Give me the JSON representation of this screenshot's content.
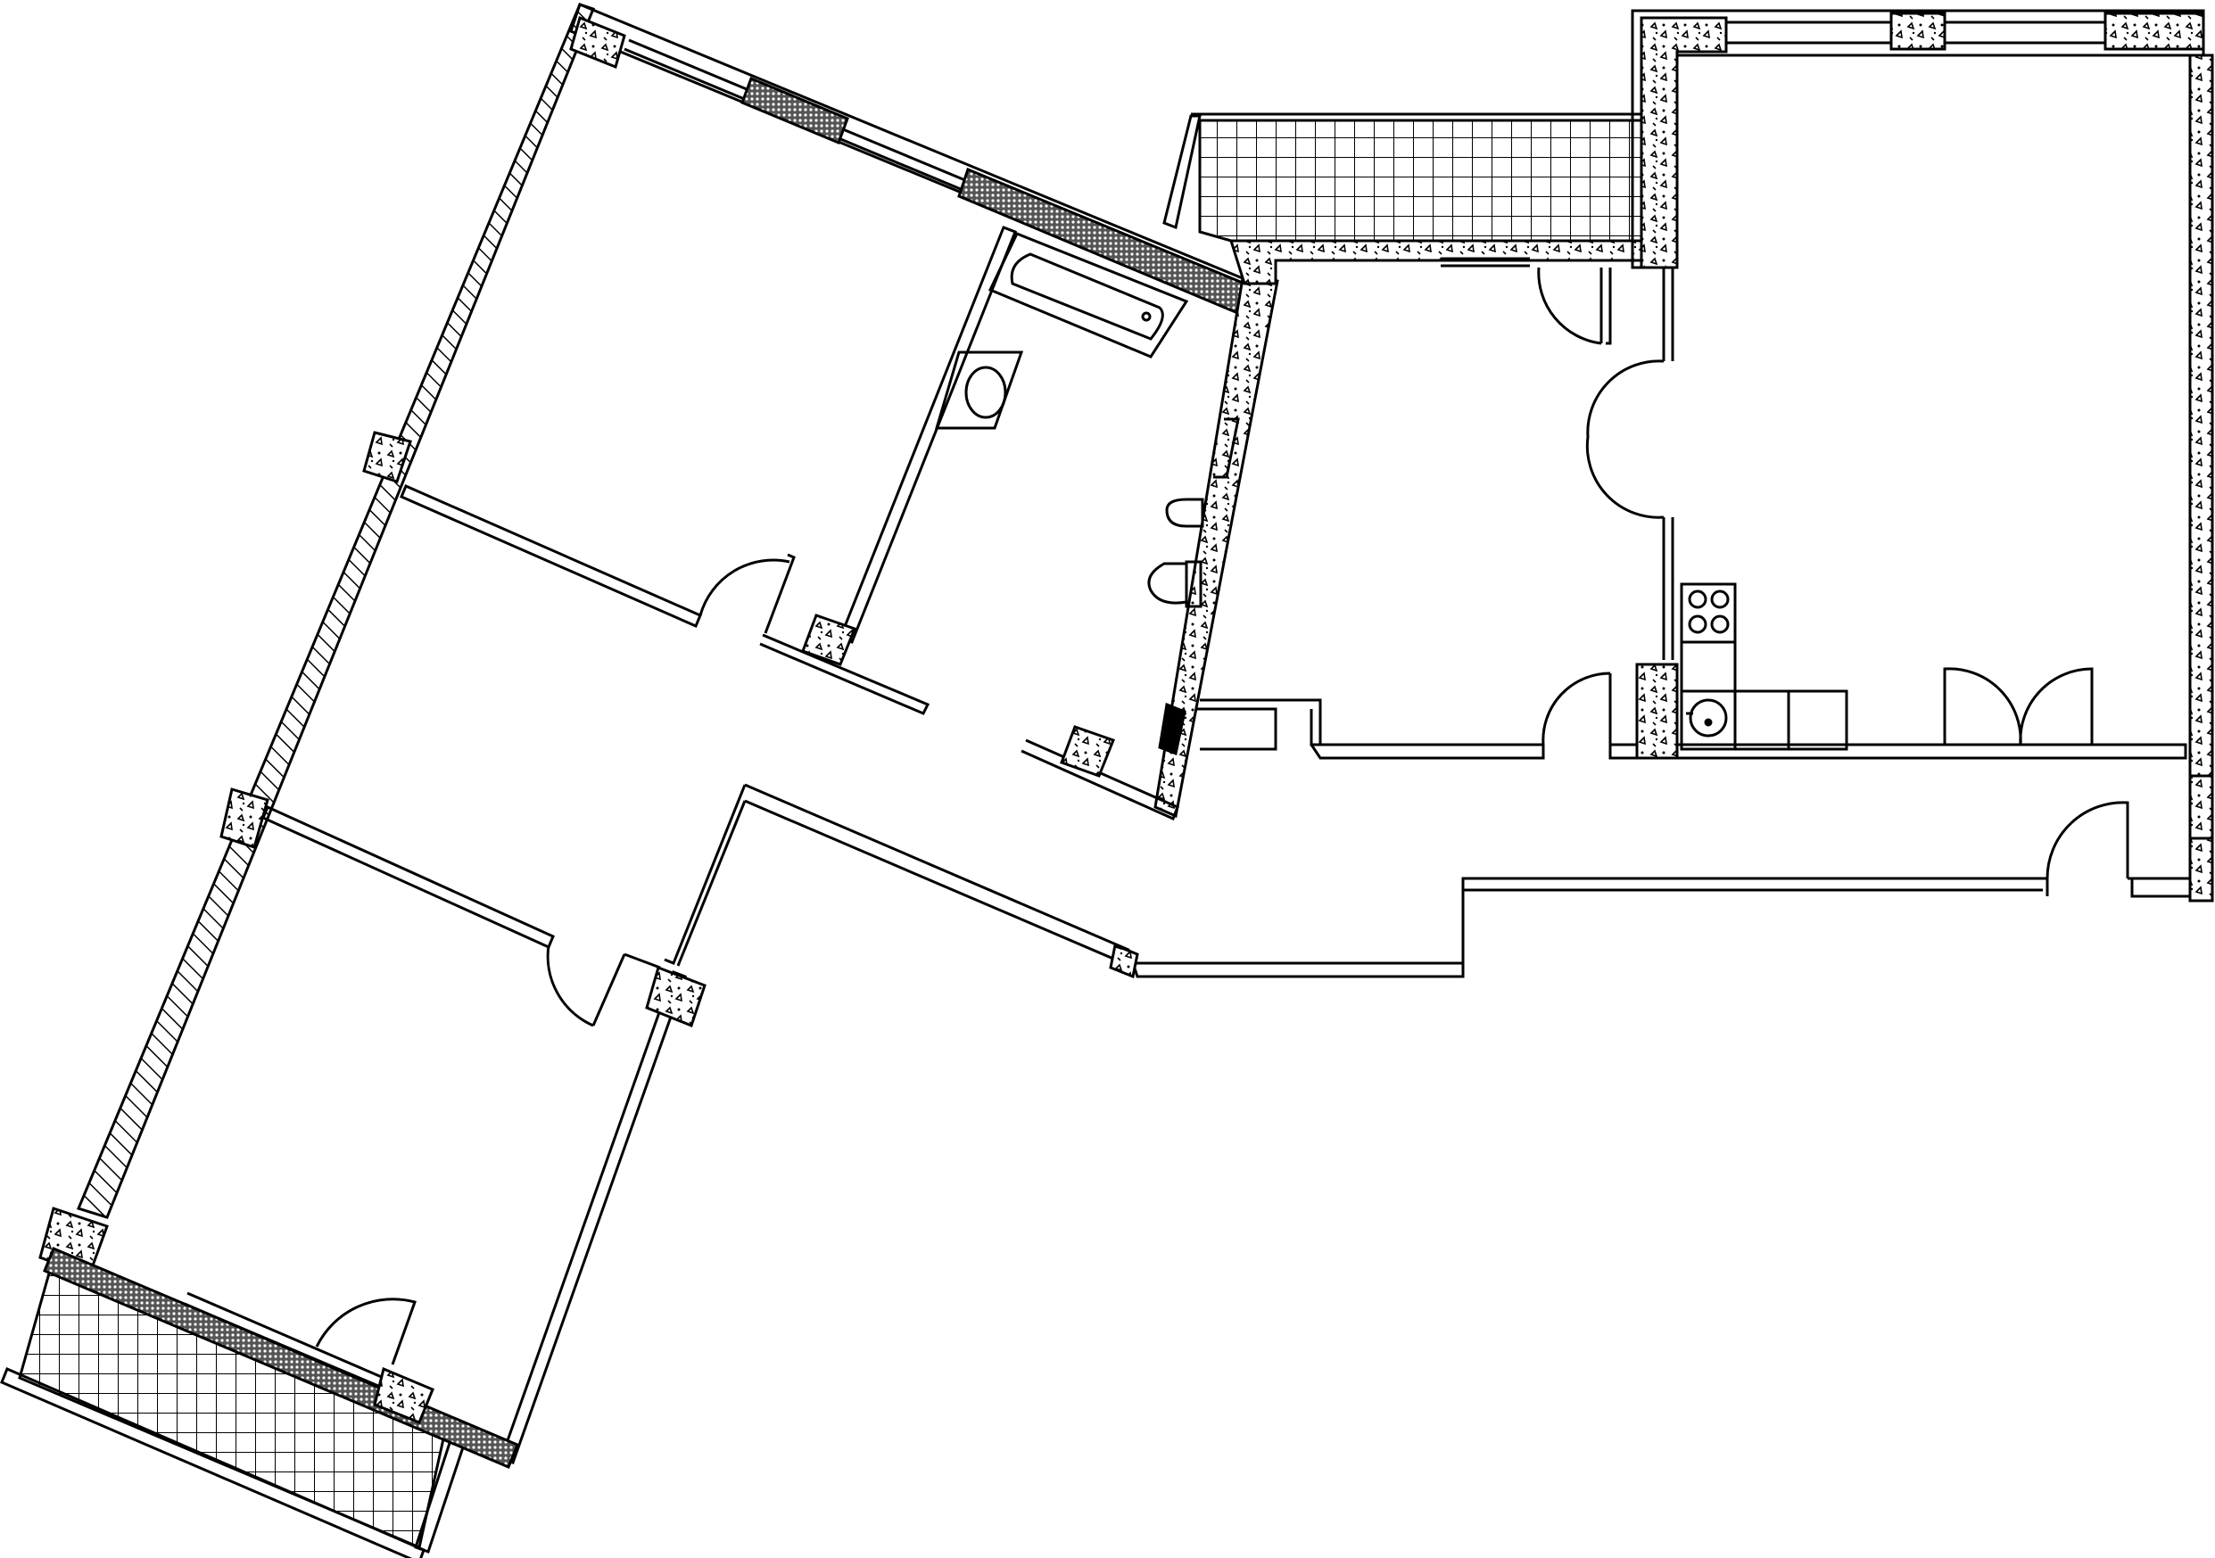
{
  "plan": {
    "colors": {
      "line": "#000000",
      "background": "#ffffff"
    },
    "rooms": [
      {
        "id": "bedroom-1",
        "label": ""
      },
      {
        "id": "bedroom-2",
        "label": ""
      },
      {
        "id": "bathroom",
        "label": ""
      },
      {
        "id": "hall",
        "label": ""
      },
      {
        "id": "corridor",
        "label": ""
      },
      {
        "id": "room-mid",
        "label": ""
      },
      {
        "id": "kitchen-living",
        "label": ""
      },
      {
        "id": "balcony-top",
        "label": ""
      },
      {
        "id": "balcony-bottom",
        "label": ""
      }
    ],
    "fixtures": [
      "bathtub",
      "sink",
      "toilet",
      "bidet",
      "stove",
      "kitchen-sink"
    ]
  }
}
